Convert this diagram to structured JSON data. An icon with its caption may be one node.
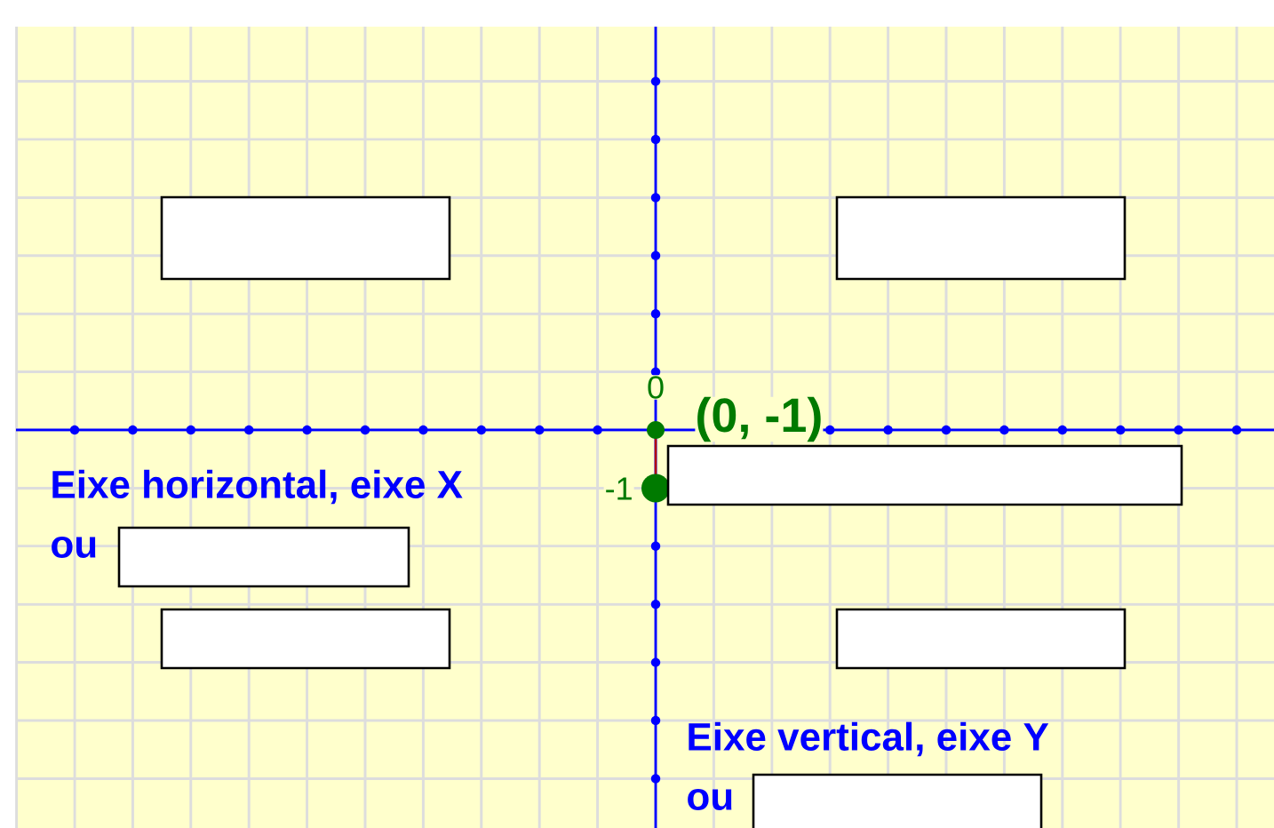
{
  "diagram": {
    "nodes": [
      {
        "text": [],
        "shape": "box"
      },
      {
        "text": [],
        "shape": "box"
      },
      {
        "text": [],
        "shape": "box"
      },
      {
        "text": [],
        "shape": "box"
      },
      {
        "text": [],
        "shape": "box"
      },
      {
        "text": [],
        "shape": "box"
      },
      {
        "text": [],
        "shape": "box"
      }
    ],
    "labels": [
      "0",
      "(0, -1)",
      "-1",
      "Eixe horizontal, eixe X",
      "ou",
      "Eixe vertical, eixe Y",
      "ou"
    ]
  }
}
